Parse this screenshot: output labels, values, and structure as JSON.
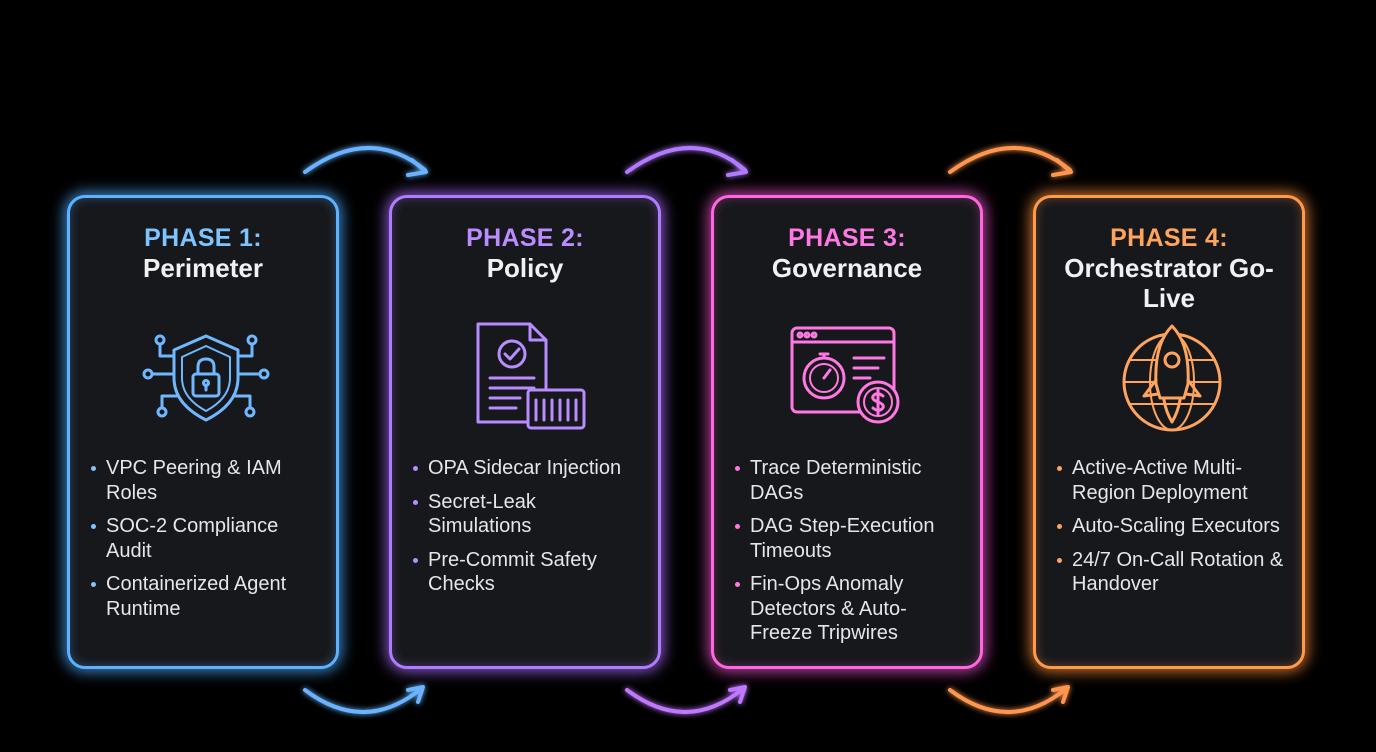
{
  "colors": {
    "phase1": "#5bb3ff",
    "phase2": "#b07cff",
    "phase3": "#ff66e0",
    "phase4": "#ff9a4a",
    "background": "#000000",
    "card": "#17181c"
  },
  "phases": [
    {
      "label": "PHASE 1:",
      "title": "Perimeter",
      "icon": "shield-lock-circuit-icon",
      "items": [
        "VPC Peering & IAM Roles",
        "SOC-2 Compliance Audit",
        "Containerized Agent Runtime"
      ]
    },
    {
      "label": "PHASE 2:",
      "title": "Policy",
      "icon": "policy-document-check-icon",
      "items": [
        "OPA Sidecar Injection",
        "Secret-Leak Simulations",
        "Pre-Commit Safety Checks"
      ]
    },
    {
      "label": "PHASE 3:",
      "title": "Governance",
      "icon": "stopwatch-dashboard-cost-icon",
      "items": [
        "Trace Deterministic DAGs",
        "DAG Step-Execution Timeouts",
        "Fin-Ops Anomaly Detectors & Auto-Freeze Tripwires"
      ]
    },
    {
      "label": "PHASE 4:",
      "title": "Orchestrator Go-Live",
      "icon": "rocket-globe-icon",
      "items": [
        "Active-Active Multi-Region Deployment",
        "Auto-Scaling Executors",
        "24/7 On-Call Rotation & Handover"
      ]
    }
  ],
  "connectors": [
    "arrow-top-icon",
    "arrow-bottom-icon"
  ]
}
